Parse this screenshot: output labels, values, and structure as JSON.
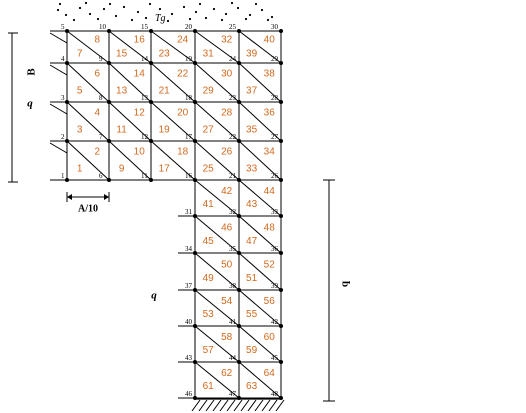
{
  "labels": {
    "tg": "Tg",
    "q_left_top": "q",
    "q_left_bottom": "q",
    "q_right": "q",
    "b_dim": "B",
    "a_dim": "A/10"
  },
  "mesh": {
    "top_block": {
      "columns": 6,
      "rows": 5,
      "node_columns": [
        [
          "1",
          "2",
          "3",
          "4",
          "5"
        ],
        [
          "6",
          "7",
          "8",
          "9",
          "10"
        ],
        [
          "11",
          "12",
          "13",
          "14",
          "15"
        ],
        [
          "16",
          "17",
          "18",
          "19",
          "20"
        ],
        [
          "21",
          "22",
          "23",
          "24",
          "25"
        ],
        [
          "26",
          "27",
          "28",
          "29",
          "30"
        ]
      ],
      "element_pairs": [
        [
          [
            "1",
            "2"
          ],
          [
            "3",
            "4"
          ],
          [
            "5",
            "6"
          ],
          [
            "7",
            "8"
          ]
        ],
        [
          [
            "9",
            "10"
          ],
          [
            "11",
            "12"
          ],
          [
            "13",
            "14"
          ],
          [
            "15",
            "16"
          ]
        ],
        [
          [
            "17",
            "18"
          ],
          [
            "19",
            "20"
          ],
          [
            "21",
            "22"
          ],
          [
            "23",
            "24"
          ]
        ],
        [
          [
            "25",
            "26"
          ],
          [
            "27",
            "28"
          ],
          [
            "29",
            "30"
          ],
          [
            "31",
            "32"
          ]
        ],
        [
          [
            "33",
            "34"
          ],
          [
            "35",
            "36"
          ],
          [
            "37",
            "38"
          ],
          [
            "39",
            "40"
          ]
        ]
      ]
    },
    "bottom_block": {
      "node_rows": [
        [
          "31",
          "32",
          "33"
        ],
        [
          "34",
          "35",
          "36"
        ],
        [
          "37",
          "38",
          "39"
        ],
        [
          "40",
          "41",
          "42"
        ],
        [
          "43",
          "44",
          "45"
        ],
        [
          "46",
          "47",
          "48"
        ]
      ],
      "element_pairs": [
        [
          [
            "41",
            "42"
          ],
          [
            "43",
            "44"
          ]
        ],
        [
          [
            "45",
            "46"
          ],
          [
            "47",
            "48"
          ]
        ],
        [
          [
            "49",
            "50"
          ],
          [
            "51",
            "52"
          ]
        ],
        [
          [
            "53",
            "54"
          ],
          [
            "55",
            "56"
          ]
        ],
        [
          [
            "57",
            "58"
          ],
          [
            "59",
            "60"
          ]
        ],
        [
          [
            "61",
            "62"
          ],
          [
            "63",
            "64"
          ]
        ]
      ]
    }
  }
}
